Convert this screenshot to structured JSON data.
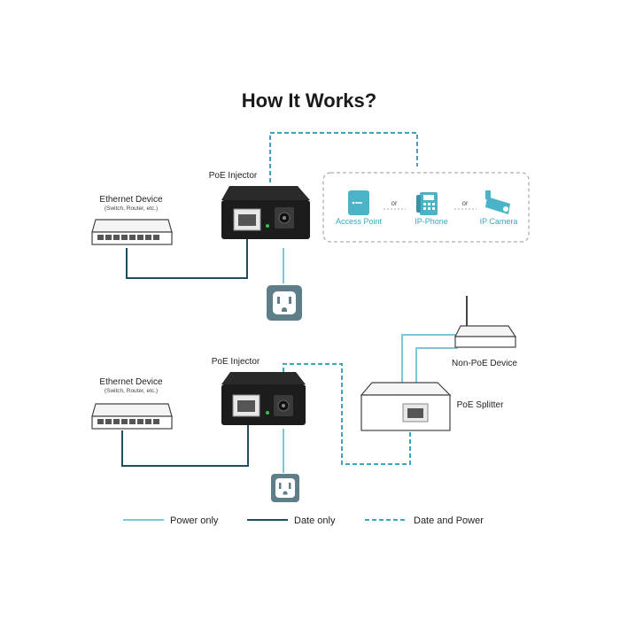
{
  "title": "How It Works?",
  "top": {
    "injector_label": "PoE Injector",
    "ethernet_label": "Ethernet Device",
    "ethernet_sub": "(Switch, Router, etc.)",
    "devices": [
      "Access Point",
      "IP-Phone",
      "IP Camera"
    ],
    "or_label": "or"
  },
  "bottom": {
    "injector_label": "PoE Injector",
    "ethernet_label": "Ethernet Device",
    "ethernet_sub": "(Switch, Router, etc.)",
    "non_poe_label": "Non-PoE Device",
    "splitter_label": "PoE Splitter"
  },
  "legend": {
    "power_only": "Power only",
    "data_only": "Date only",
    "data_and_power": "Date and Power"
  },
  "colors": {
    "power_line": "#4ab3c8",
    "data_line": "#1f4e5c",
    "accent": "#3aa6bf",
    "device_dark": "#1c1c1c"
  },
  "icons": [
    "ethernet-switch-icon",
    "poe-injector-icon",
    "power-outlet-icon",
    "access-point-icon",
    "ip-phone-icon",
    "ip-camera-icon",
    "router-icon",
    "poe-splitter-icon"
  ]
}
